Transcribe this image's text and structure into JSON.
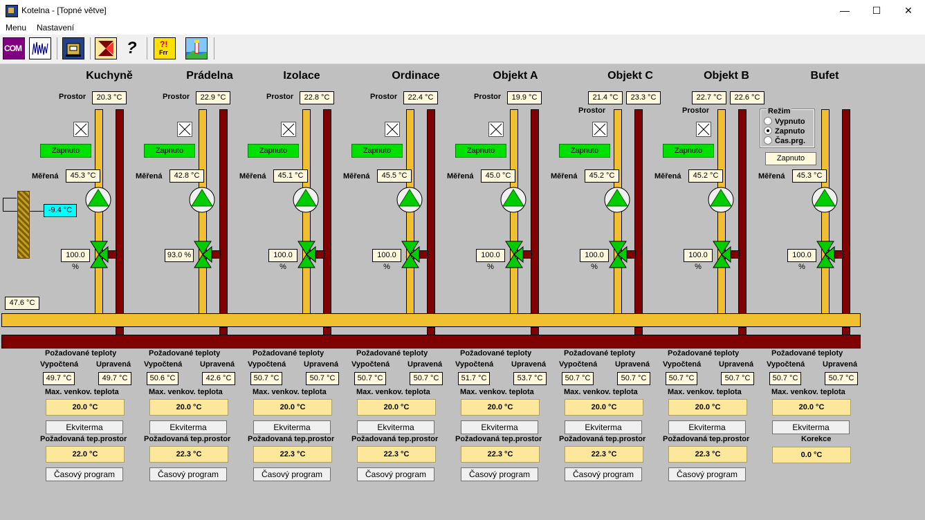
{
  "window": {
    "title": "Kotelna - [Topné větve]",
    "minimize": "—",
    "maximize": "☐",
    "close": "✕"
  },
  "menu": {
    "items": [
      "Menu",
      "Nastavení"
    ]
  },
  "toolbar": {
    "com_label": "COM",
    "help_label": "?",
    "frr_label": "?!",
    "frr_sub": "Frr",
    "icons": [
      "com-icon",
      "graph-icon",
      "boiler-icon",
      "hourglass-icon",
      "help-icon",
      "alarm-icon",
      "lighthouse-icon"
    ]
  },
  "colors": {
    "supply": "#f0c030",
    "return": "#800000",
    "pump": "#00cc00",
    "outdoor": "#00ffff"
  },
  "outdoor": {
    "temp": "-9.4 °C",
    "main_supply": "47.6 °C"
  },
  "labels": {
    "prostor": "Prostor",
    "merena": "Měřená",
    "pozadovane": "Požadované teploty",
    "vypoctena": "Vypočtená",
    "upravena": "Upravená",
    "max_venkov": "Max. venkov. teplota",
    "ekviterma": "Ekviterma",
    "poz_prostor": "Požadovaná tep.prostor",
    "casovy": "Časový program",
    "korekce": "Korekce",
    "rezim": "Režim"
  },
  "rezim": {
    "options": [
      "Vypnuto",
      "Zapnuto",
      "Čas.prg."
    ],
    "selected": 1,
    "status": "Zapnuto"
  },
  "branches": [
    {
      "name": "Kuchyně",
      "prostor": [
        "20.3 °C"
      ],
      "status": "Zapnuto",
      "merena": "45.3 °C",
      "valve": "100.0 %",
      "vypoctena": "49.7 °C",
      "upravena": "49.7 °C",
      "max_venkov": "20.0 °C",
      "poz_prostor": "22.0 °C"
    },
    {
      "name": "Prádelna",
      "prostor": [
        "22.9 °C"
      ],
      "status": "Zapnuto",
      "merena": "42.8 °C",
      "valve": "93.0 %",
      "vypoctena": "50.6 °C",
      "upravena": "42.6 °C",
      "max_venkov": "20.0 °C",
      "poz_prostor": "22.3 °C"
    },
    {
      "name": "Izolace",
      "prostor": [
        "22.8 °C"
      ],
      "status": "Zapnuto",
      "merena": "45.1 °C",
      "valve": "100.0 %",
      "vypoctena": "50.7 °C",
      "upravena": "50.7 °C",
      "max_venkov": "20.0 °C",
      "poz_prostor": "22.3 °C"
    },
    {
      "name": "Ordinace",
      "prostor": [
        "22.4 °C"
      ],
      "status": "Zapnuto",
      "merena": "45.5 °C",
      "valve": "100.0 %",
      "vypoctena": "50.7 °C",
      "upravena": "50.7 °C",
      "max_venkov": "20.0 °C",
      "poz_prostor": "22.3 °C"
    },
    {
      "name": "Objekt A",
      "prostor": [
        "19.9 °C"
      ],
      "status": "Zapnuto",
      "merena": "45.0 °C",
      "valve": "100.0 %",
      "vypoctena": "51.7 °C",
      "upravena": "53.7 °C",
      "max_venkov": "20.0 °C",
      "poz_prostor": "22.3 °C"
    },
    {
      "name": "Objekt C",
      "prostor": [
        "21.4 °C",
        "23.3 °C"
      ],
      "status": "Zapnuto",
      "merena": "45.2 °C",
      "valve": "100.0 %",
      "vypoctena": "50.7 °C",
      "upravena": "50.7 °C",
      "max_venkov": "20.0 °C",
      "poz_prostor": "22.3 °C"
    },
    {
      "name": "Objekt B",
      "prostor": [
        "22.7 °C",
        "22.6 °C"
      ],
      "status": "Zapnuto",
      "merena": "45.2 °C",
      "valve": "100.0 %",
      "vypoctena": "50.7 °C",
      "upravena": "50.7 °C",
      "max_venkov": "20.0 °C",
      "poz_prostor": "22.3 °C"
    },
    {
      "name": "Bufet",
      "prostor": [],
      "status": "Zapnuto",
      "merena": "45.3 °C",
      "valve": "100.0 %",
      "vypoctena": "50.7 °C",
      "upravena": "50.7 °C",
      "max_venkov": "20.0 °C",
      "korekce": "0.0 °C"
    }
  ]
}
